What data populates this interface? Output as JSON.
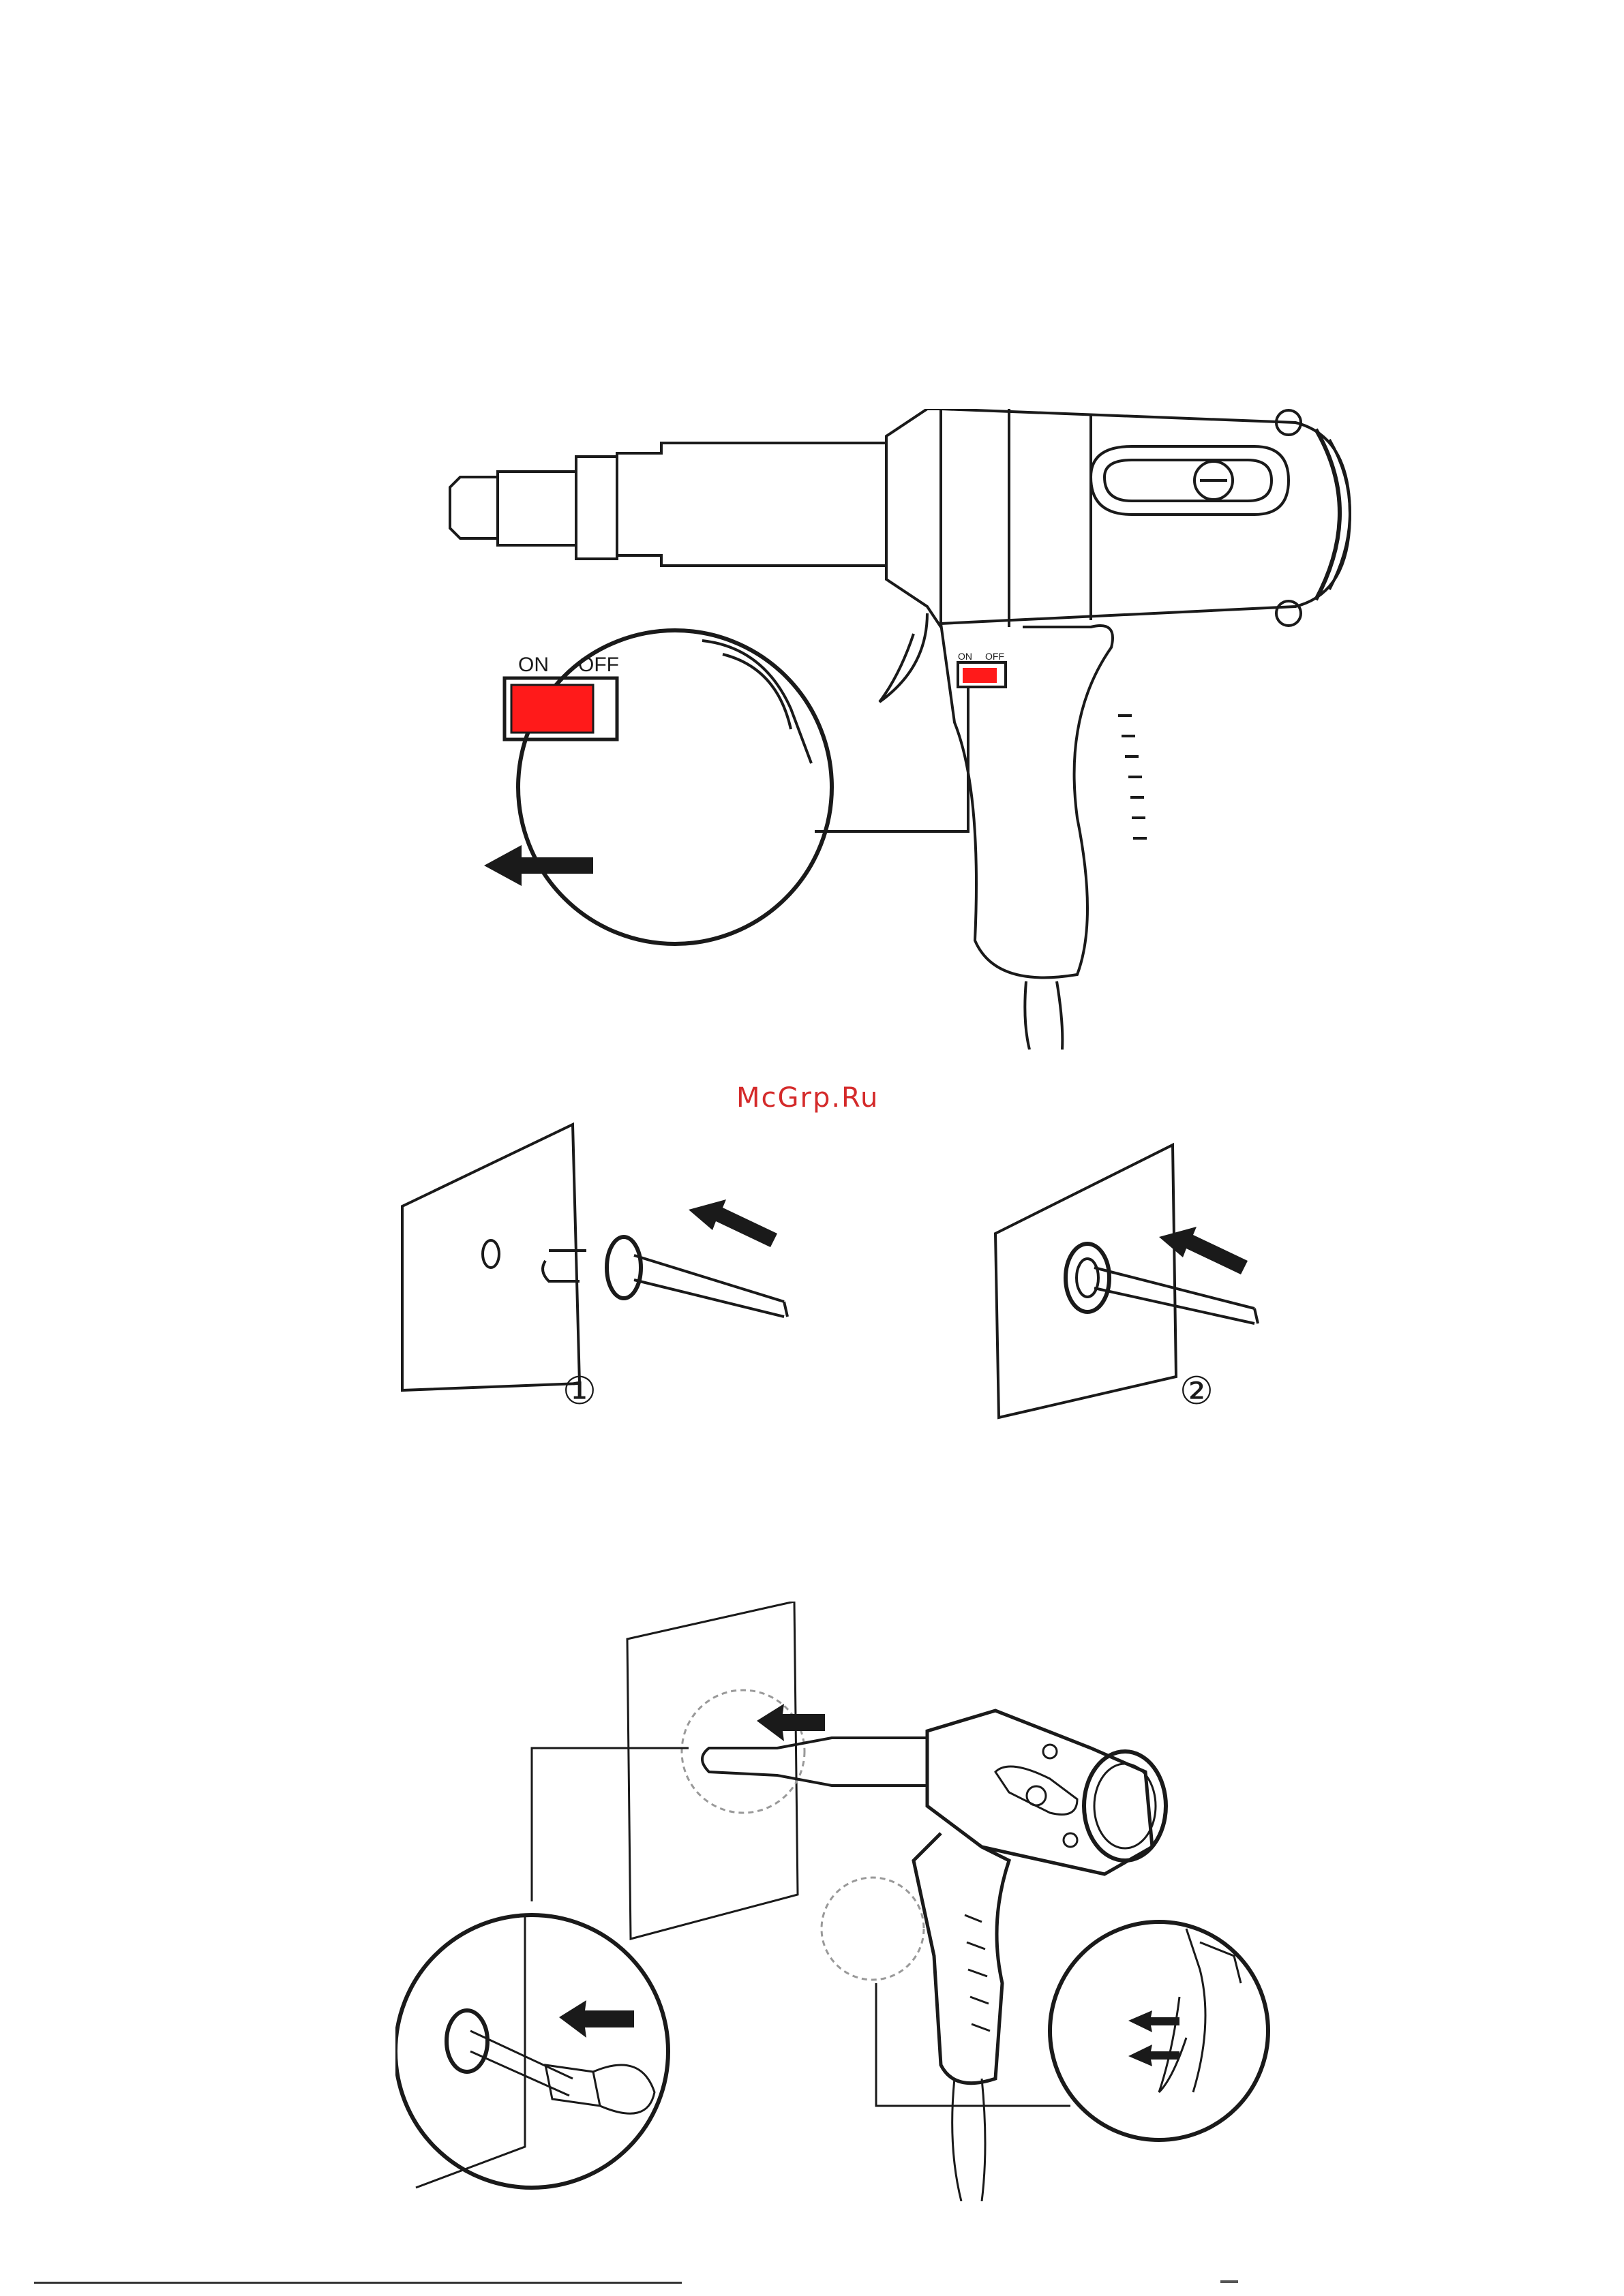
{
  "figure1": {
    "switch_on_label": "ON",
    "switch_off_label": "OFF",
    "colors": {
      "switch_red": "#ff1a1a",
      "line": "#1a1a1a"
    }
  },
  "watermark": "McGrp.Ru",
  "figure2": {
    "steps": [
      {
        "number": "①"
      },
      {
        "number": "②"
      }
    ]
  },
  "icons": [
    "arrow-left-icon",
    "arrow-down-left-icon",
    "double-arrow-icon"
  ]
}
